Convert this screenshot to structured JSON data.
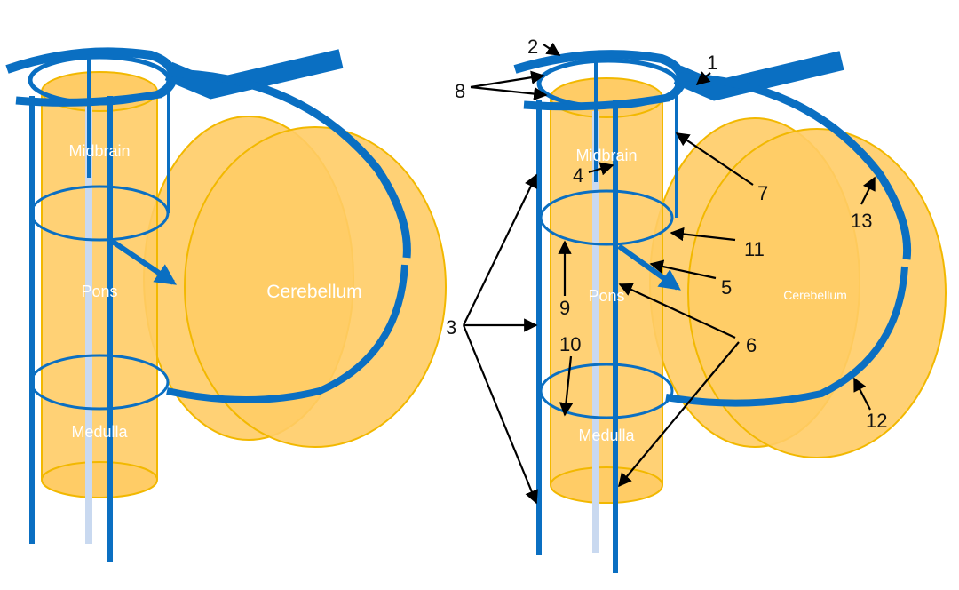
{
  "left_panel": {
    "labels": {
      "midbrain": "Midbrain",
      "pons": "Pons",
      "medulla": "Medulla",
      "cerebellum": "Cerebellum"
    }
  },
  "right_panel": {
    "labels": {
      "midbrain": "Midbrain",
      "pons": "Pons",
      "medulla": "Medulla",
      "cerebellum": "Cerebellum"
    },
    "callouts": [
      "1",
      "2",
      "3",
      "4",
      "5",
      "6",
      "7",
      "8",
      "9",
      "10",
      "11",
      "12",
      "13"
    ]
  },
  "colors": {
    "tissue_fill": "#FFCC66",
    "tissue_stroke": "#F2B800",
    "pathway_blue": "#0A6FC2",
    "pathway_pale": "#C9D9F0",
    "arrow_black": "#000000"
  }
}
